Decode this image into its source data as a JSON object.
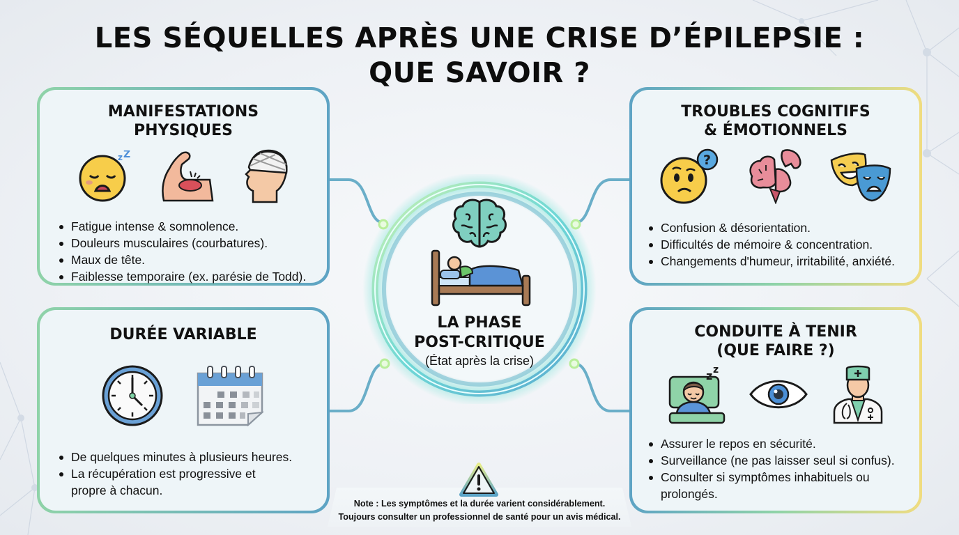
{
  "title": {
    "line1": "LES SÉQUELLES APRÈS UNE CRISE D’ÉPILEPSIE :",
    "line2": "QUE SAVOIR ?"
  },
  "center": {
    "title_line1": "LA PHASE",
    "title_line2": "POST-CRITIQUE",
    "subtitle": "(État après la crise)",
    "icons": [
      "brain-icon",
      "bed-rest-icon"
    ]
  },
  "cards": {
    "physical": {
      "title_line1": "MANIFESTATIONS",
      "title_line2": "PHYSIQUES",
      "icons": [
        "sleepy-face-icon",
        "sore-muscle-icon",
        "bandaged-head-icon"
      ],
      "bullets": [
        "Fatigue intense & somnolence.",
        "Douleurs musculaires (courbatures).",
        "Maux de tête.",
        "Faiblesse temporaire (ex. parésie de Todd)."
      ]
    },
    "cognitive": {
      "title_line1": "TROUBLES COGNITIFS",
      "title_line2": "& ÉMOTIONNELS",
      "icons": [
        "confused-face-icon",
        "puzzle-brain-icon",
        "theater-masks-icon"
      ],
      "bullets": [
        "Confusion & désorientation.",
        "Difficultés de mémoire & concentration.",
        "Changements d'humeur, irritabilité, anxiété."
      ]
    },
    "duration": {
      "title_line1": "DURÉE VARIABLE",
      "icons": [
        "clock-icon",
        "calendar-icon"
      ],
      "bullets": [
        "De quelques minutes à plusieurs heures.",
        "La récupération est progressive et propre à chacun."
      ]
    },
    "action": {
      "title_line1": "CONDUITE À TENIR",
      "title_line2": "(QUE FAIRE ?)",
      "icons": [
        "sleeping-person-icon",
        "eye-icon",
        "doctor-icon"
      ],
      "bullets": [
        "Assurer le repos en sécurité.",
        "Surveillance (ne pas laisser seul si confus).",
        "Consulter si symptômes inhabituels ou prolongés."
      ]
    }
  },
  "note": {
    "line1": "Note : Les symptômes et la durée varient considérablement.",
    "line2": "Toujours consulter un professionnel de santé pour un avis médical."
  },
  "colors": {
    "green": "#8fd3a8",
    "blue": "#5da3c4",
    "yellow": "#f0dc80",
    "card_bg": "#eef5f8",
    "glow": "#7fe3d8"
  }
}
